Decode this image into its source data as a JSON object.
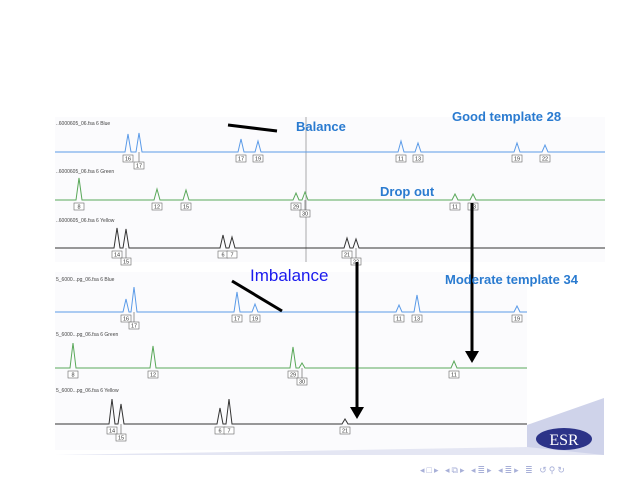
{
  "annotations": {
    "balance": "Balance",
    "good_template": "Good template 28",
    "drop_out": "Drop out",
    "imbalance": "Imbalance",
    "moderate_template": "Moderate template 34"
  },
  "top_panel": {
    "traces": [
      {
        "name": "..6000605_06.fsa  6 Blue",
        "color": "#5b9be8",
        "alleles": [
          "16",
          "17",
          "17",
          "19",
          "11",
          "13",
          "19",
          "22"
        ]
      },
      {
        "name": "..6000605_06.fsa  6 Green",
        "color": "#5aa85a",
        "alleles": [
          "8",
          "12",
          "15",
          "29",
          "30",
          "11",
          "13"
        ]
      },
      {
        "name": "..6000605_06.fsa  6 Yellow",
        "color": "#333333",
        "alleles": [
          "14",
          "15",
          "6",
          "7",
          "21",
          "22"
        ]
      }
    ]
  },
  "bottom_panel": {
    "traces": [
      {
        "name": "5_6000...pg_06.fsa  6 Blue",
        "color": "#5b9be8",
        "alleles": [
          "16",
          "17",
          "17",
          "19",
          "11",
          "13",
          "19"
        ]
      },
      {
        "name": "5_6000...pg_06.fsa  6 Green",
        "color": "#5aa85a",
        "alleles": [
          "8",
          "12",
          "29",
          "30",
          "11"
        ]
      },
      {
        "name": "5_6000...pg_06.fsa  6 Yellow",
        "color": "#333333",
        "alleles": [
          "14",
          "15",
          "6",
          "7",
          "21"
        ]
      }
    ]
  },
  "logo": {
    "text": "ESR"
  },
  "nav_icons": [
    "nav-prev-frame",
    "nav-next-frame",
    "nav-prev-subsection",
    "nav-next-subsection",
    "nav-prev-section",
    "nav-next-section",
    "nav-toc",
    "nav-search"
  ]
}
